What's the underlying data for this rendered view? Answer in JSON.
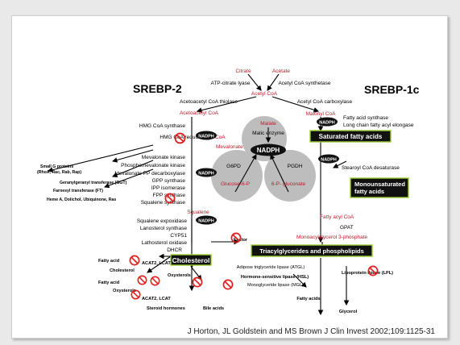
{
  "headers": {
    "srebp2": "SREBP-2",
    "srebp1c": "SREBP-1c"
  },
  "colors": {
    "red": "#c0182a",
    "black": "#000000",
    "grey": "#bdbdbd",
    "green": "#9acd32",
    "nadph_bg": "#111111",
    "ban": "#e01e1e"
  },
  "icons": [
    "no-entry-icon",
    "nadph-pill-icon"
  ],
  "top": {
    "citrate": "Citrate",
    "acetate": "Acetate",
    "atp_citrate_lyase": "ATP-citrate lyase",
    "acetyl_coa_synthetase": "Acetyl CoA synthetase",
    "acetyl_coa": "Acetyl CoA",
    "acetoacetyl_coa_thiolase": "Acetoacetyl CoA thiolase",
    "acetyl_coa_carboxylase": "Acetyl CoA carboxylase",
    "acetoacetyl_coa": "Acetoacetyl CoA",
    "malonyl_coa": "Malonyl CoA"
  },
  "left": {
    "hmg_coa_synthase": "HMG CoA synthase",
    "hmg_coa": "HMG CoA",
    "hmg_coa_reductase": "HMG CoA reductase",
    "mevalonate": "Mevalonate",
    "mevalonate_kinase": "Mevalonate kinase",
    "phosphomevalonate_kinase": "Phosphomevalonate kinase",
    "mevalonate_pp_decarboxylase": "Mevalonate PP decarboxylase",
    "gpp_synthase": "GPP synthase",
    "ipp_isomerase": "IPP isomerase",
    "fpp_synthase": "FPP synthase",
    "squalene_synthase": "Squalene synthase",
    "squalene": "Squalene",
    "squalene_expoxidase": "Squalene expoxidase",
    "lanosterol_synthase": "Lanosterol synthase",
    "cyp51": "CYP51",
    "lathosterol_oxidase": "Lathosterol oxidase",
    "dhcr": "DHCR",
    "small_g_proteins": "Small G proteins",
    "small_g_list": "(RhoA, Rac, Rab, Rap)",
    "ggt": "Geranylgeranyl transferase (GGT)",
    "ft": "Farnesyl transferase (FT)",
    "heme": "Heme A, Dolichol, Ubiquinone, Ras",
    "cholesterol_box": "Cholesterol",
    "acat2_lcat_1": "ACAT2, LCAT",
    "acat2_lcat_2": "ACAT2, LCAT",
    "cholesterol_left": "Cholesterol",
    "oxysterols_left": "Oxysterols",
    "fatty_acid_1": "Fatty acid",
    "fatty_acid_2": "Fatty acid",
    "oxysterols_bottom": "Oxysterols",
    "steroid_hormones": "Steroid hormones",
    "bile_acids": "Bile acids",
    "nr_factor": "Factor"
  },
  "center": {
    "malate": "Malate",
    "malic_enzyme": "Malic enzyme",
    "nadph": "NADPH",
    "g6pd": "G6PD",
    "pgdh": "PGDH",
    "glucose6p": "Glucose-6-P",
    "gluconate": "6-P- gluconate"
  },
  "right": {
    "fatty_acid_synthase": "Fatty acid synthase",
    "long_chain_elongase": "Long chain fatty acyl elongase",
    "saturated_fatty_acids": "Saturated fatty acids",
    "stearoyl_coa_desaturase": "Stearoyl CoA desaturase",
    "monounsaturated": "Monounsaturated\nfatty acids",
    "fatty_acyl_coa": "Fatty acyl CoA",
    "gpat": "GPAT",
    "monoacylglycerol": "Monoacylglycerol 3-phosphate",
    "tag_box": "Triacylglycerides and phospholipids",
    "atgl": "Adipose triglyceride lipase (ATGL)",
    "hsl": "Hormone-sensitive lipase (HSL)",
    "mgl": "Monoglyceride lipase (MGL)",
    "lpl": "Lipoprotein lipase (LPL)",
    "fatty_acids": "Fatty acids",
    "glycerol": "Glycerol"
  },
  "nadph_labels": [
    "NADPH",
    "NADPH",
    "NADPH",
    "NADPH",
    "NADPH"
  ],
  "citation": "J Horton, JL Goldstein and MS Brown J Clin Invest 2002;109:1125-31"
}
